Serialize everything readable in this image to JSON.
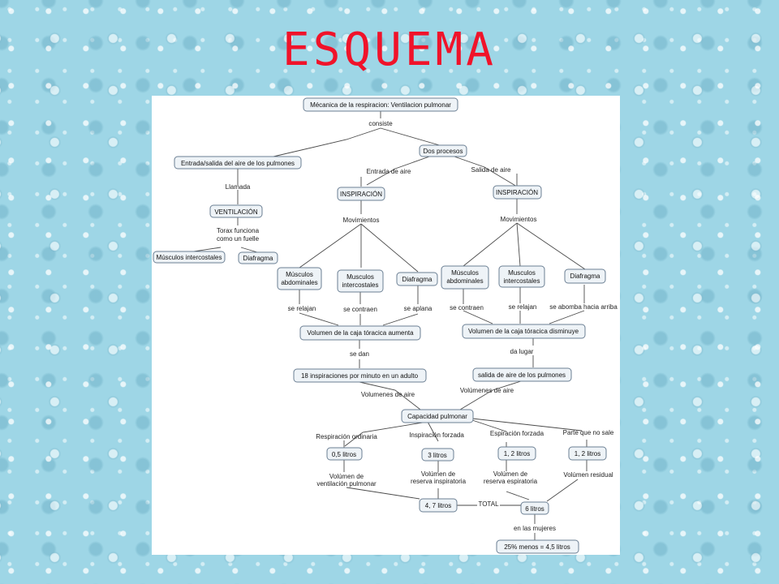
{
  "slide": {
    "title": "ESQUEMA",
    "title_color": "#f0132a",
    "background": "water-drops pattern",
    "background_color": "#9ed6e6"
  },
  "concept_map": {
    "root": "Mécanica de la respiracion: Ventilacion pulmonar",
    "consiste": "consiste",
    "entrada_salida": "Entrada/salida del aire de los pulmones",
    "dos_procesos": "Dos procesos",
    "llamada": "Llamada",
    "ventilacion": "VENTILACIÓN",
    "torax_1": "Torax funciona",
    "torax_2": "como un fuelle",
    "musculos_intercostales": "Músculos intercostales",
    "diafragma_left": "Diafragma",
    "entrada_de_aire": "Entrada de aire",
    "salida_de_aire": "Salida de aire",
    "inspiracion_1": "INSPIRACIÓN",
    "inspiracion_2": "INSPIRACIÓN",
    "movimientos_1": "Movimientos",
    "movimientos_2": "Movimientos",
    "m_abdominales_1a": "Músculos",
    "m_abdominales_1b": "abdominales",
    "m_intercostales_1a": "Musculos",
    "m_intercostales_1b": "intercostales",
    "diafragma_1": "Diafragma",
    "m_abdominales_2a": "Músculos",
    "m_abdominales_2b": "abdominales",
    "m_intercostales_2a": "Musculos",
    "m_intercostales_2b": "intercostales",
    "diafragma_2": "Diafragma",
    "se_relajan_1": "se relajan",
    "se_contraen_1": "se contraen",
    "se_aplana": "se aplana",
    "se_contraen_2": "se contraen",
    "se_relajan_2": "se relajan",
    "se_abomba": "se abomba hacia arriba",
    "volumen_aumenta": "Volumen de la caja tóracica aumenta",
    "volumen_disminuye": "Volumen de la caja tóracica disminuye",
    "se_dan": "se dan",
    "da_lugar": "da lugar",
    "inspiraciones_minuto": "18 inspiraciones por minuto en un adulto",
    "salida_aire_pulmones": "salida de aire de los pulmones",
    "volumenes_aire_1": "Volumenes de aire",
    "volumenes_aire_2": "Volúmenes de aire",
    "capacidad_pulmonar": "Capacidad pulmonar",
    "respiracion_ordinaria": "Respiración ordinaria",
    "inspiracion_forzada": "Inspiración forzada",
    "espiracion_forzada": "Espiración forzada",
    "parte_no_sale": "Parte que no sale",
    "v_05": "0,5 litros",
    "v_3": "3 litros",
    "v_12a": "1, 2 litros",
    "v_12b": "1, 2 litros",
    "vol_vent_1": "Volúmen de",
    "vol_vent_2": "ventilación pulmonar",
    "vol_ri_1": "Volúmen de",
    "vol_ri_2": "reserva inspiratoria",
    "vol_re_1": "Volúmen de",
    "vol_re_2": "reserva espiratoria",
    "vol_residual": "Volúmen residual",
    "v_47": "4, 7 litros",
    "total": "TOTAL",
    "v_6": "6 litros",
    "en_las_mujeres": "en las mujeres",
    "mujeres_result": "25% menos = 4,5 litros"
  }
}
